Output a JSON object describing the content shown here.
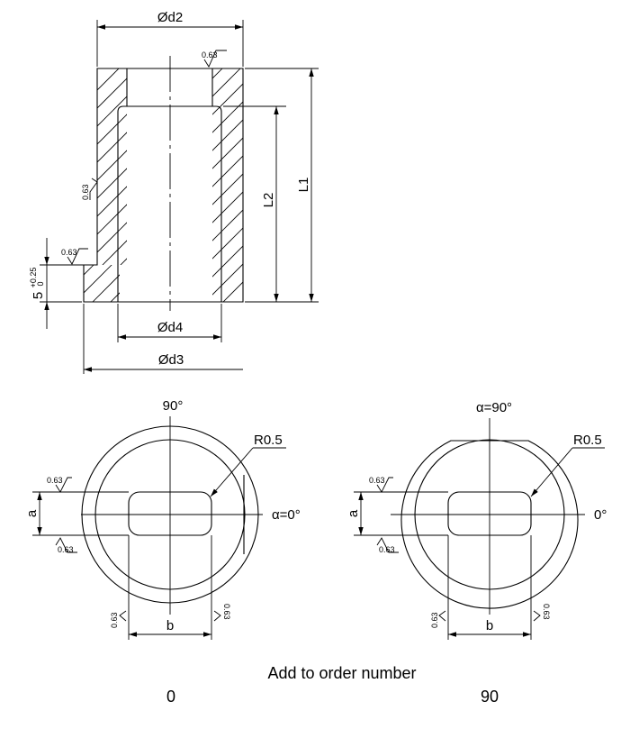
{
  "section_view": {
    "dim_outer_diameter": "Ød2",
    "dim_bore_diameter": "Ød4",
    "dim_flange_diameter": "Ød3",
    "dim_total_length": "L1",
    "dim_bore_length": "L2",
    "dim_step_height": "5",
    "dim_step_tol_upper": "+0.25",
    "dim_step_tol_lower": "0",
    "roughness": "0.63"
  },
  "variant_0": {
    "angle_top": "90°",
    "angle_right": "α=0°",
    "radius": "R0.5",
    "dim_a": "a",
    "dim_b": "b",
    "roughness": "0.63",
    "order_code": "0"
  },
  "variant_90": {
    "angle_top": "α=90°",
    "angle_right": "0°",
    "radius": "R0.5",
    "dim_a": "a",
    "dim_b": "b",
    "roughness": "0.63",
    "order_code": "90"
  },
  "caption": "Add to order number"
}
